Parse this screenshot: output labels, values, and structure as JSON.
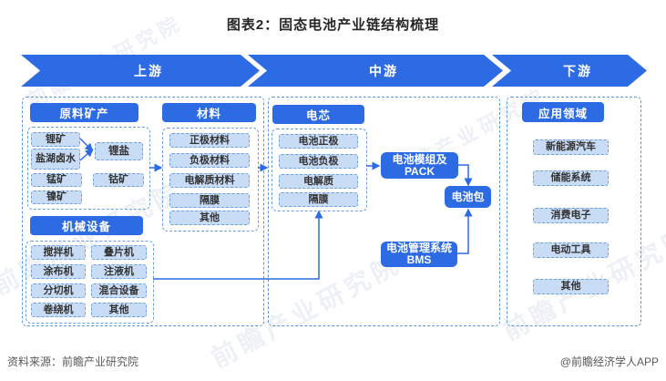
{
  "title": "图表2：固态电池产业链结构梳理",
  "colors": {
    "accent_blue": "#2D6BE4",
    "item_fill": "#C9DCF5",
    "item_border": "#6FA0DC",
    "dashed_border": "#5C93DB",
    "text_dark": "#333333",
    "footer_gray": "#595959"
  },
  "banners": [
    {
      "label": "上游"
    },
    {
      "label": "中游"
    },
    {
      "label": "下游"
    }
  ],
  "upstream": {
    "minerals": {
      "header": "原料矿产",
      "ores": [
        "锂矿",
        "盐湖卤水",
        "锰矿",
        "镍矿"
      ],
      "lithium_salt": "锂盐",
      "cobalt": "钴矿"
    },
    "materials": {
      "header": "材料",
      "items": [
        "正极材料",
        "负极材料",
        "电解质材料",
        "隔膜",
        "其他"
      ]
    },
    "machinery": {
      "header": "机械设备",
      "items_left": [
        "搅拌机",
        "涂布机",
        "分切机",
        "卷绕机"
      ],
      "items_right": [
        "叠片机",
        "注液机",
        "混合设备",
        "其他"
      ]
    }
  },
  "midstream": {
    "cell": {
      "header": "电芯",
      "items": [
        "电池正极",
        "电池负极",
        "电解质",
        "隔膜"
      ]
    },
    "pack_line1": "电池模组及",
    "pack_line2": "PACK",
    "battery_pack": "电池包",
    "bms_line1": "电池管理系统",
    "bms_line2": "BMS"
  },
  "downstream": {
    "header": "应用领域",
    "items": [
      "新能源汽车",
      "储能系统",
      "消费电子",
      "电动工具",
      "其他"
    ]
  },
  "footer": {
    "source": "资料来源：前瞻产业研究院",
    "credit": "@前瞻经济学人APP"
  },
  "watermark": "前瞻产业研究院"
}
